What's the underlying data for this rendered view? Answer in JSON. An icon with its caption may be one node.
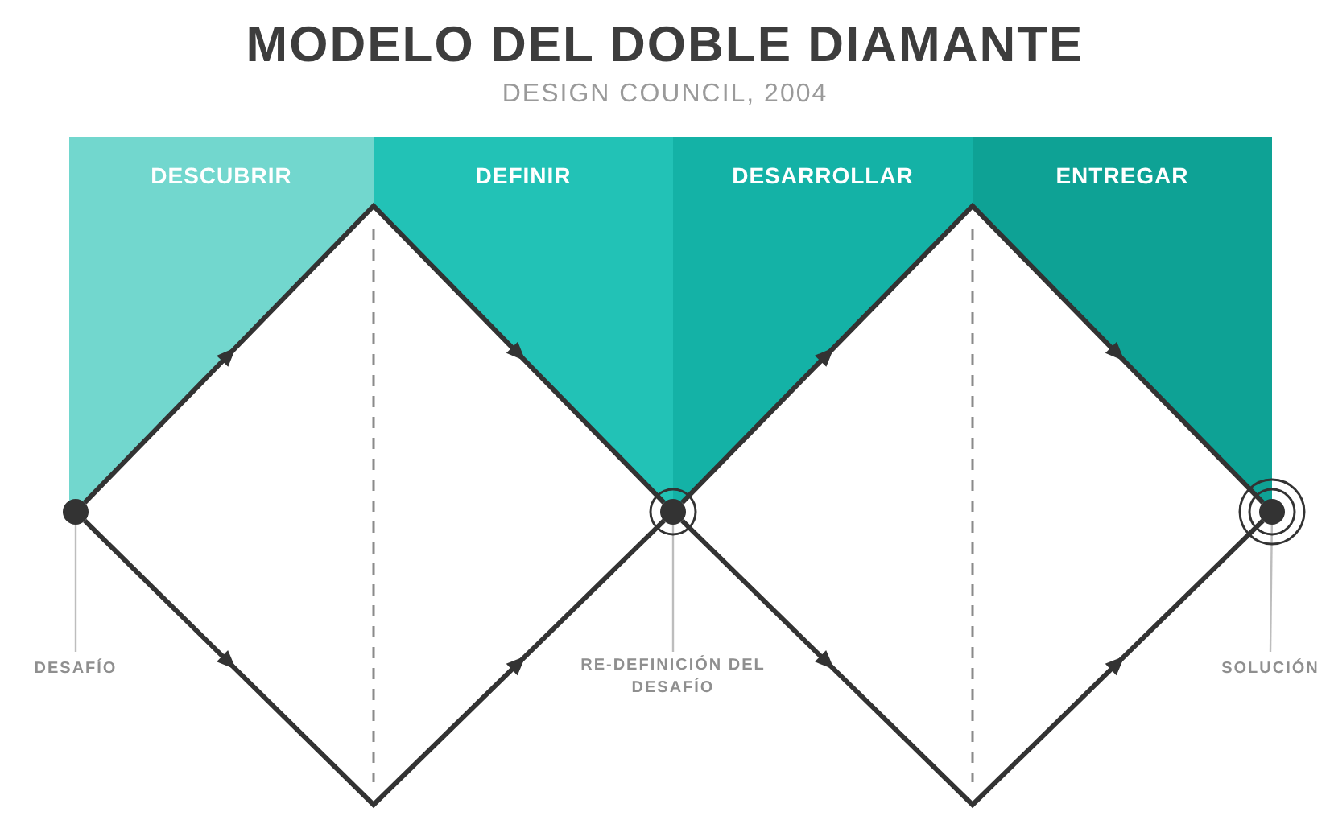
{
  "diagram": {
    "title": "MODELO DEL DOBLE DIAMANTE",
    "nodes": [
      {
        "text": [
          "DESCUBRIR"
        ]
      },
      {
        "text": [
          "DEFINIR"
        ]
      },
      {
        "text": [
          "DESARROLLAR"
        ]
      },
      {
        "text": [
          "ENTREGAR"
        ]
      },
      {
        "text": [],
        "shape": "circle"
      },
      {
        "text": [],
        "shape": "circle"
      },
      {
        "text": [],
        "shape": "circle"
      },
      {
        "text": [
          "DESAFÍO"
        ]
      },
      {
        "text": [
          "RE-DEFINICIÓN DEL DESAFÍO"
        ]
      },
      {
        "text": [
          "SOLUCIÓN"
        ]
      }
    ],
    "edges": [
      {
        "from": 4,
        "to": 5,
        "arrow": "to"
      },
      {
        "from": 4,
        "to": 5,
        "arrow": "to"
      },
      {
        "from": 5,
        "to": 6,
        "arrow": "to"
      },
      {
        "from": 5,
        "to": 6,
        "arrow": "to"
      },
      {
        "from": 7,
        "to": 4,
        "arrow": "none",
        "color": "#bdbdbd"
      },
      {
        "from": 8,
        "to": 5,
        "arrow": "none",
        "color": "#bdbdbd"
      },
      {
        "from": 9,
        "to": 6,
        "arrow": "none",
        "color": "#bdbdbd"
      }
    ],
    "labels": [
      "DESIGN COUNCIL, 2004"
    ]
  }
}
